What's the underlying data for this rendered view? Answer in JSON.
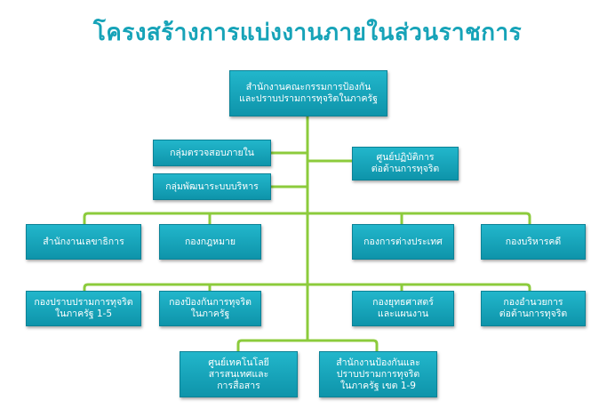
{
  "title": "โครงสร้างการแบ่งงานภายในส่วนราชการ",
  "colors": {
    "title": "#16A3B8",
    "box": "#1AA6BC",
    "connector": "#8CCB3C"
  },
  "nodes": {
    "root": "สำนักงานคณะกรรมการป้องกัน\nและปราบปรามการทุจริตในภาครัฐ",
    "internal_audit": "กลุ่มตรวจสอบภายใน",
    "admin_dev": "กลุ่มพัฒนาระบบบริหาร",
    "anticorruption_center": "ศูนย์ปฏิบัติการ\nต่อต้านการทุจริต",
    "secretariat": "สำนักงานเลขาธิการ",
    "legal": "กองกฎหมาย",
    "foreign_affairs": "กองการต่างประเทศ",
    "accounting": "กองบริหารคดี",
    "suppression_1_5": "กองปราบปรามการทุจริต\nในภาครัฐ 1-5",
    "prevention": "กองป้องกันการทุจริต\nในภาครัฐ",
    "strategy": "กองยุทธศาสตร์\nและแผนงาน",
    "facilitation": "กองอำนวยการ\nต่อต้านการทุจริต",
    "ict_center": "ศูนย์เทคโนโลยี\nสารสนเทศและ\nการสื่อสาร",
    "regional_offices": "สำนักงานป้องกันและ\nปราบปรามการทุจริต\nในภาครัฐ เขต 1-9"
  }
}
